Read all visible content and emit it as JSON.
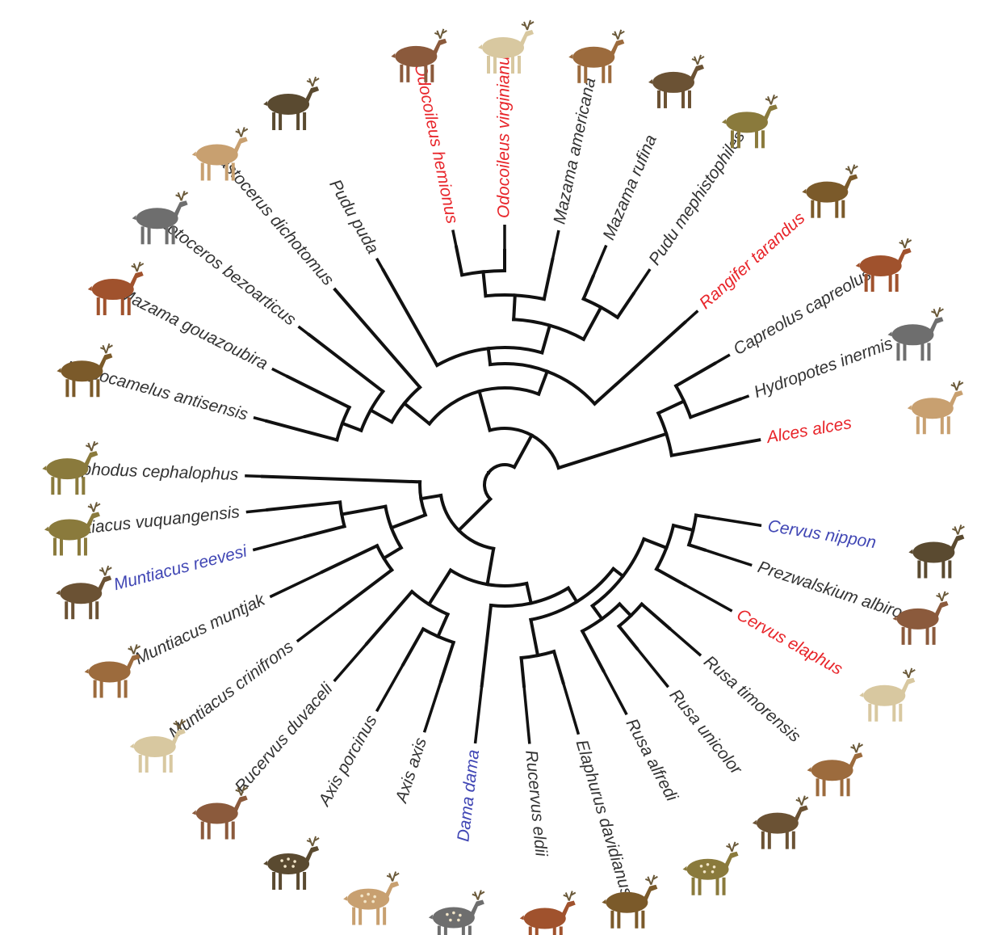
{
  "diagram": {
    "type": "circular-phylogeny",
    "colors": {
      "default": "#333333",
      "highlight_red": "#e8252a",
      "highlight_blue": "#4046b4",
      "branch": "#111111"
    },
    "taxa": [
      {
        "name": "Elaphodus cephalophus",
        "color": "default",
        "icon": "deer-illustration"
      },
      {
        "name": "Hippocamelus antisensis",
        "color": "default",
        "icon": "deer-illustration"
      },
      {
        "name": "Mazama gouazoubira",
        "color": "default",
        "icon": "deer-illustration"
      },
      {
        "name": "Ozotoceros bezoarticus",
        "color": "default",
        "icon": "deer-illustration"
      },
      {
        "name": "Blastocerus dichotomus",
        "color": "default",
        "icon": "deer-illustration"
      },
      {
        "name": "Pudu puda",
        "color": "default",
        "icon": "deer-illustration"
      },
      {
        "name": "Odocoileus hemionus",
        "color": "highlight_red",
        "icon": "deer-illustration"
      },
      {
        "name": "Odocoileus virginianus",
        "color": "highlight_red",
        "icon": "deer-illustration"
      },
      {
        "name": "Mazama americana",
        "color": "default",
        "icon": "deer-illustration"
      },
      {
        "name": "Mazama rufina",
        "color": "default",
        "icon": "deer-illustration"
      },
      {
        "name": "Pudu mephistophiles",
        "color": "default",
        "icon": "deer-illustration"
      },
      {
        "name": "Rangifer tarandus",
        "color": "highlight_red",
        "icon": "reindeer-illustration"
      },
      {
        "name": "Capreolus capreolus",
        "color": "default",
        "icon": "deer-illustration"
      },
      {
        "name": "Hydropotes inermis",
        "color": "default",
        "icon": "deer-illustration"
      },
      {
        "name": "Alces alces",
        "color": "highlight_red",
        "icon": "moose-illustration"
      },
      {
        "name": "Cervus nippon",
        "color": "highlight_blue",
        "icon": "deer-illustration"
      },
      {
        "name": "Prezwalskium albirostris",
        "color": "default",
        "icon": "deer-illustration"
      },
      {
        "name": "Cervus elaphus",
        "color": "highlight_red",
        "icon": "deer-illustration"
      },
      {
        "name": "Rusa timorensis",
        "color": "default",
        "icon": "deer-illustration"
      },
      {
        "name": "Rusa unicolor",
        "color": "default",
        "icon": "deer-illustration"
      },
      {
        "name": "Rusa alfredi",
        "color": "default",
        "icon": "spotted-deer-illustration"
      },
      {
        "name": "Elaphurus davidianus",
        "color": "default",
        "icon": "deer-illustration"
      },
      {
        "name": "Rucervus eldii",
        "color": "default",
        "icon": "deer-illustration"
      },
      {
        "name": "Dama dama",
        "color": "highlight_blue",
        "icon": "spotted-deer-illustration"
      },
      {
        "name": "Axis axis",
        "color": "default",
        "icon": "spotted-deer-illustration"
      },
      {
        "name": "Axis porcinus",
        "color": "default",
        "icon": "spotted-deer-illustration"
      },
      {
        "name": "Rucervus duvaceli",
        "color": "default",
        "icon": "deer-illustration"
      },
      {
        "name": "Muntiacus crinifrons",
        "color": "default",
        "icon": "muntjac-illustration"
      },
      {
        "name": "Muntiacus muntjak",
        "color": "default",
        "icon": "muntjac-illustration"
      },
      {
        "name": "Muntiacus reevesi",
        "color": "highlight_blue",
        "icon": "muntjac-illustration"
      },
      {
        "name": "Muntiacus vuquangensis",
        "color": "default",
        "icon": "muntjac-illustration"
      }
    ],
    "animal_palette": [
      "#8a7a3c",
      "#7b5a2a",
      "#a0522d",
      "#6e6e6e",
      "#c8a070",
      "#5a4a30",
      "#8b5a3c",
      "#d8c8a0",
      "#9c6b3d",
      "#6b5234"
    ]
  }
}
